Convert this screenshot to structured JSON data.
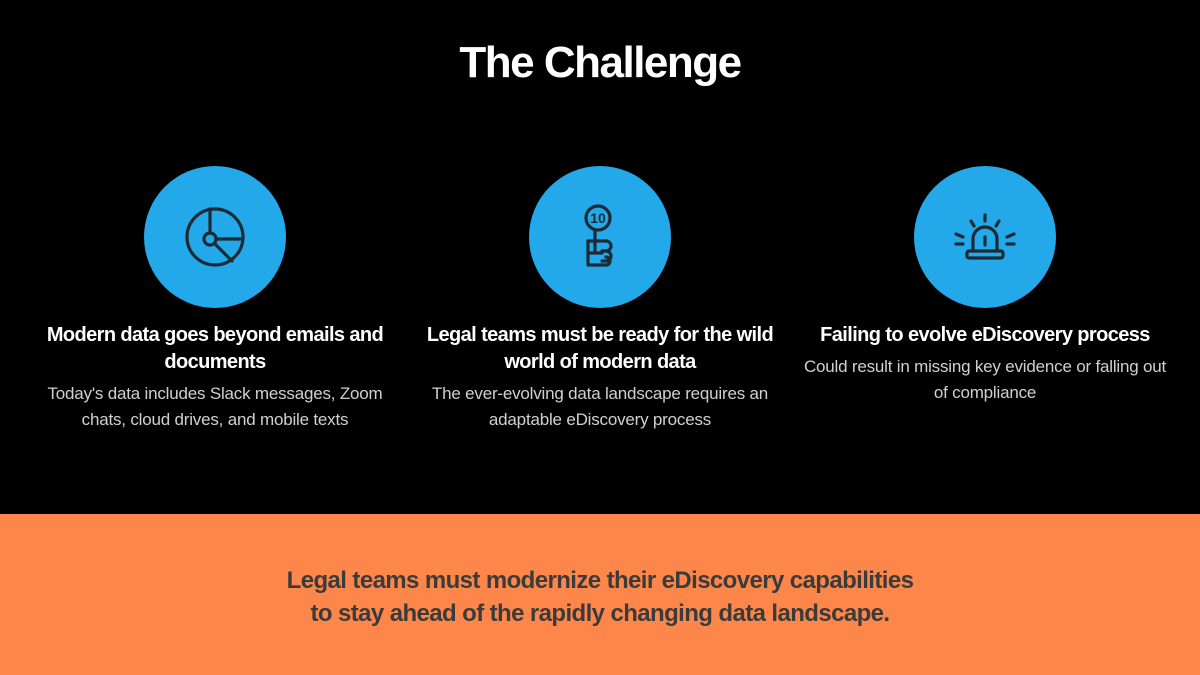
{
  "title": "The Challenge",
  "colors": {
    "background": "#000000",
    "accent_circle": "#23a8ea",
    "banner": "#fd874a",
    "banner_text": "#3b3b3b",
    "icon_stroke": "#1e2a33"
  },
  "columns": [
    {
      "icon": "pie-chart-icon",
      "heading": "Modern data goes beyond emails and documents",
      "description": "Today's data includes Slack messages, Zoom chats, cloud drives, and mobile texts"
    },
    {
      "icon": "hand-holding-sign-icon",
      "icon_label": "10",
      "heading": "Legal teams must be ready for the wild world of modern data",
      "description": "The ever-evolving data landscape requires an adaptable eDiscovery process"
    },
    {
      "icon": "alarm-siren-icon",
      "heading": "Failing to evolve eDiscovery process",
      "description": "Could result in missing key evidence or falling out of compliance"
    }
  ],
  "banner": {
    "line1": "Legal teams must modernize their eDiscovery capabilities",
    "line2": "to stay ahead of the rapidly changing data landscape."
  }
}
